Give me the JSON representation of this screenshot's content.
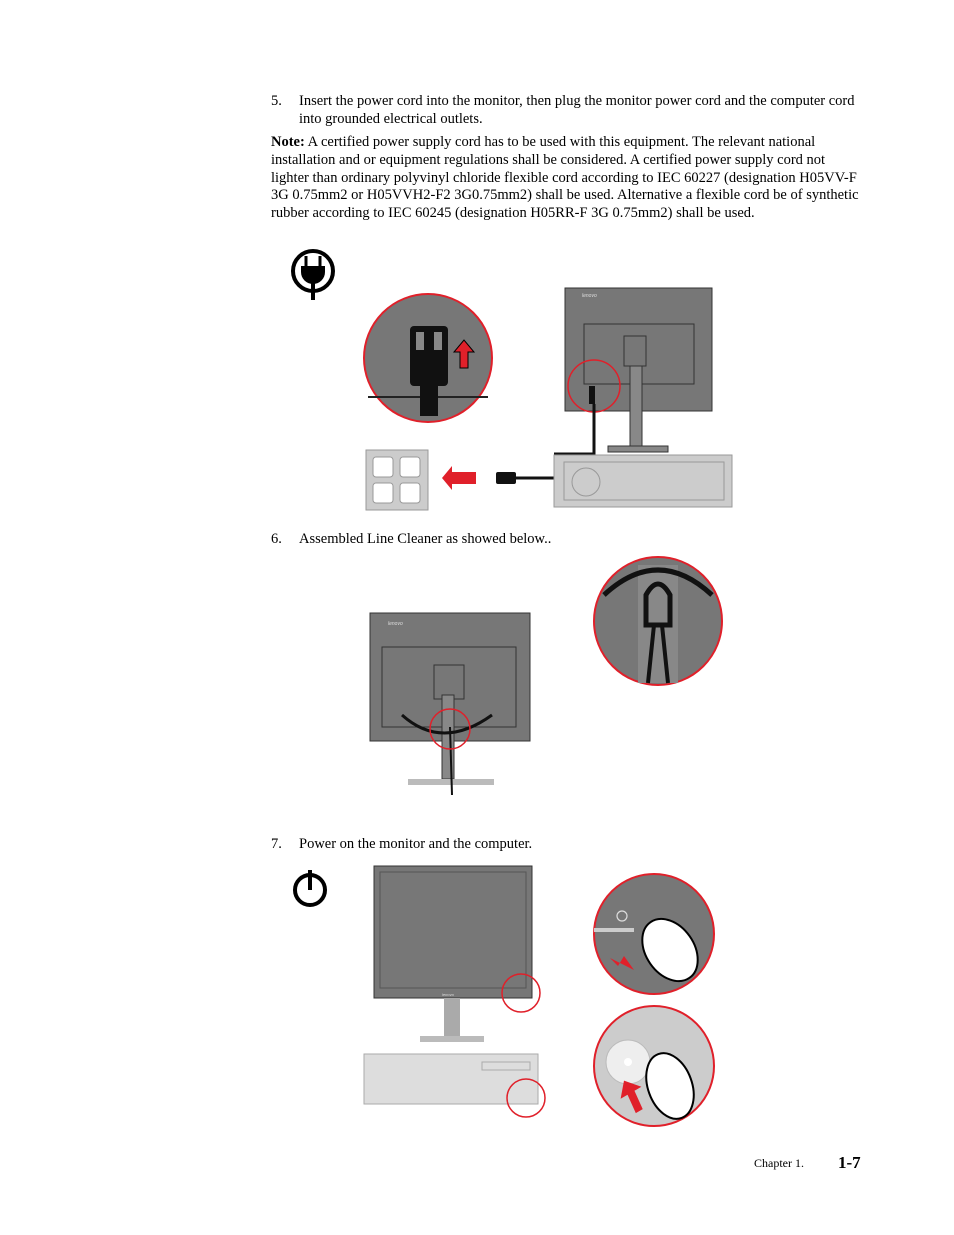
{
  "steps": [
    {
      "num": "5.",
      "text": "Insert the power cord into the monitor, then plug the monitor power cord and the computer cord into grounded electrical outlets."
    },
    {
      "num": "6.",
      "text": "Assembled Line Cleaner as showed below.."
    },
    {
      "num": "7.",
      "text": "Power on the monitor and the computer."
    }
  ],
  "note": {
    "label": "Note:",
    "text": " A certified power supply cord has to be used with this equipment. The relevant national installation and or equipment regulations shall be considered. A certified power supply cord not lighter than ordinary polyvinyl chloride flexible cord according to IEC 60227 (designation H05VV-F 3G 0.75mm2 or H05VVH2-F2 3G0.75mm2) shall be used. Alternative a flexible cord be of synthetic rubber according to IEC 60245 (designation H05RR-F 3G 0.75mm2) shall be used."
  },
  "figures": {
    "brand": "lenovo",
    "icons": [
      "power-plug-icon",
      "power-button-icon"
    ],
    "accent_color": "#e0202a"
  },
  "footer": {
    "chapter": "Chapter 1.",
    "page": "1-7"
  }
}
